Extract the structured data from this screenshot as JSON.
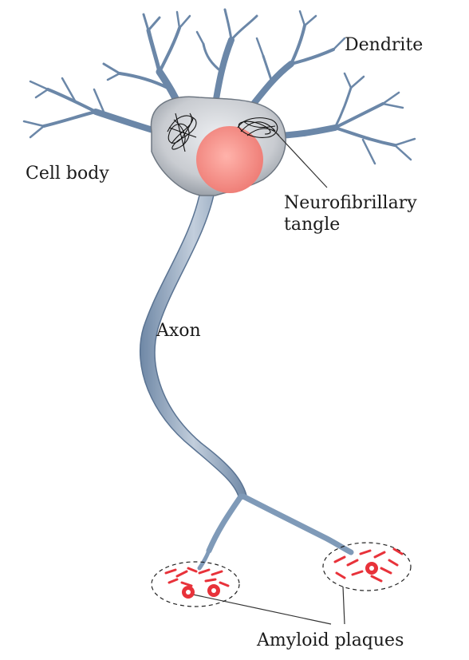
{
  "labels": {
    "dendrite": "Dendrite",
    "cell_body": "Cell body",
    "tangle_line1": "Neurofibrillary",
    "tangle_line2": "tangle",
    "axon": "Axon",
    "plaques": "Amyloid plaques"
  },
  "colors": {
    "neuron_blue": "#7f9ab8",
    "neuron_edge": "#3f5a78",
    "soma_gray": "#c9ccd1",
    "nucleus": "#ef7f78",
    "plaque_red": "#e8323a",
    "tangle_black": "#111111"
  }
}
